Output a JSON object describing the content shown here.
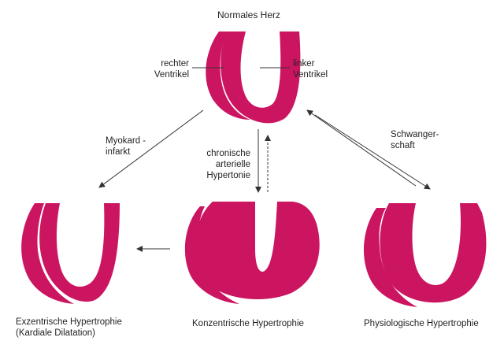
{
  "title": "Normales Herz",
  "labels": {
    "right_ventricle": [
      "rechter",
      "Ventrikel"
    ],
    "left_ventricle": [
      "linker",
      "Ventrikel"
    ],
    "infarct": [
      "Myokard -",
      "infarkt"
    ],
    "hypertension": [
      "chronische",
      "arterielle",
      "Hypertonie"
    ],
    "pregnancy": [
      "Schwanger-",
      "schaft"
    ]
  },
  "outcomes": {
    "eccentric": [
      "Exzentrische Hypertrophie",
      "(Kardiale Dilatation)"
    ],
    "concentric": "Konzentrische Hypertrophie",
    "physiological": "Physiologische Hypertrophie"
  },
  "colors": {
    "myocardium": "#cc1560",
    "arrow": "#333333"
  }
}
